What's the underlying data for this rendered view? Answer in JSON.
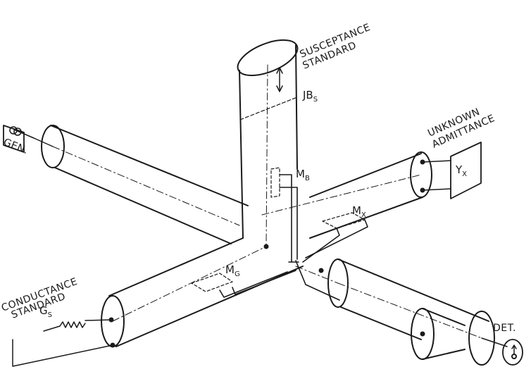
{
  "labels": {
    "susceptance_line1": "SUSCEPTANCE",
    "susceptance_line2": "STANDARD",
    "jb_main": "JB",
    "jb_sub": "S",
    "unknown_line1": "UNKNOWN",
    "unknown_line2": "ADMITTANCE",
    "gen": "GEN.",
    "yx_main": "Y",
    "yx_sub": "X",
    "mb_main": "M",
    "mb_sub": "B",
    "mx_main": "M",
    "mx_sub": "X",
    "mg_main": "M",
    "mg_sub": "G",
    "conductance_line1": "CONDUCTANCE",
    "conductance_line2": "STANDARD",
    "gs_main": "G",
    "gs_sub": "S",
    "det": "DET."
  },
  "colors": {
    "ink": "#1a1a1a",
    "paper": "#ffffff"
  }
}
